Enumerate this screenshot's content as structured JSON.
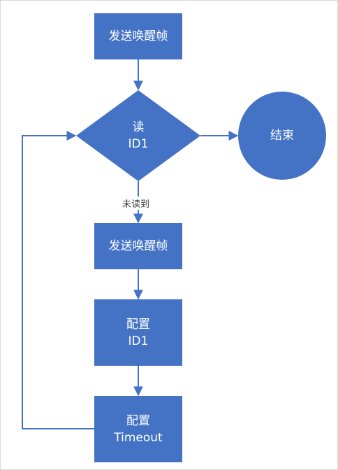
{
  "colors": {
    "node_fill": "#4472c4",
    "line": "#4472c4",
    "text_on_node": "#ffffff",
    "edge_label_text": "#404040"
  },
  "nodes": {
    "send_wakeup_1": {
      "line1": "发送唤醒帧"
    },
    "read_id1": {
      "line1": "读",
      "line2": "ID1"
    },
    "end": {
      "line1": "结束"
    },
    "send_wakeup_2": {
      "line1": "发送唤醒帧"
    },
    "config_id1": {
      "line1": "配置",
      "line2": "ID1"
    },
    "config_timeout": {
      "line1": "配置",
      "line2": "Timeout"
    }
  },
  "edges": {
    "not_read_label": "未读到"
  }
}
